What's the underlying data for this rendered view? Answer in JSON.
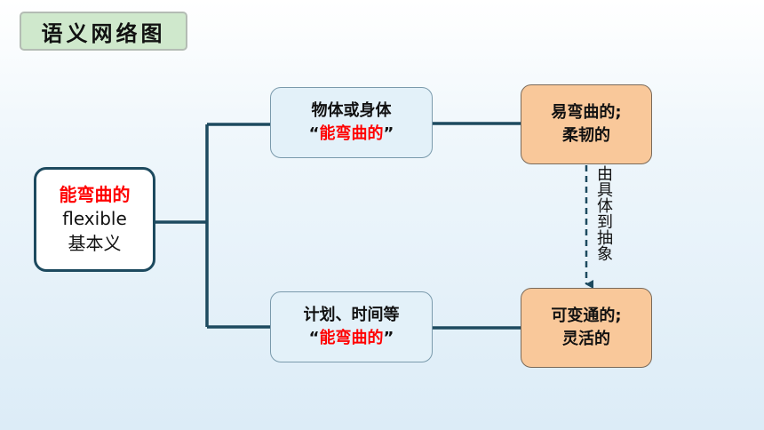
{
  "title": "语义网络图",
  "root": {
    "line1": "能弯曲的",
    "line2": "flexible",
    "line3": "基本义"
  },
  "branches": [
    {
      "label_line1": "物体或身体",
      "quote_open": "“",
      "highlight": "能弯曲的",
      "quote_close": "”",
      "meaning_line1": "易弯曲的;",
      "meaning_line2": "柔韧的"
    },
    {
      "label_line1": "计划、时间等",
      "quote_open": "“",
      "highlight": "能弯曲的",
      "quote_close": "”",
      "meaning_line1": "可变通的;",
      "meaning_line2": "灵活的"
    }
  ],
  "transition_note": "由具体到抽象",
  "colors": {
    "connector": "#1d4a5f",
    "highlight": "#ff0000",
    "middle_fill": "#e3f1f9",
    "right_fill": "#f9c89a",
    "badge_fill": "#cfe8cc"
  }
}
